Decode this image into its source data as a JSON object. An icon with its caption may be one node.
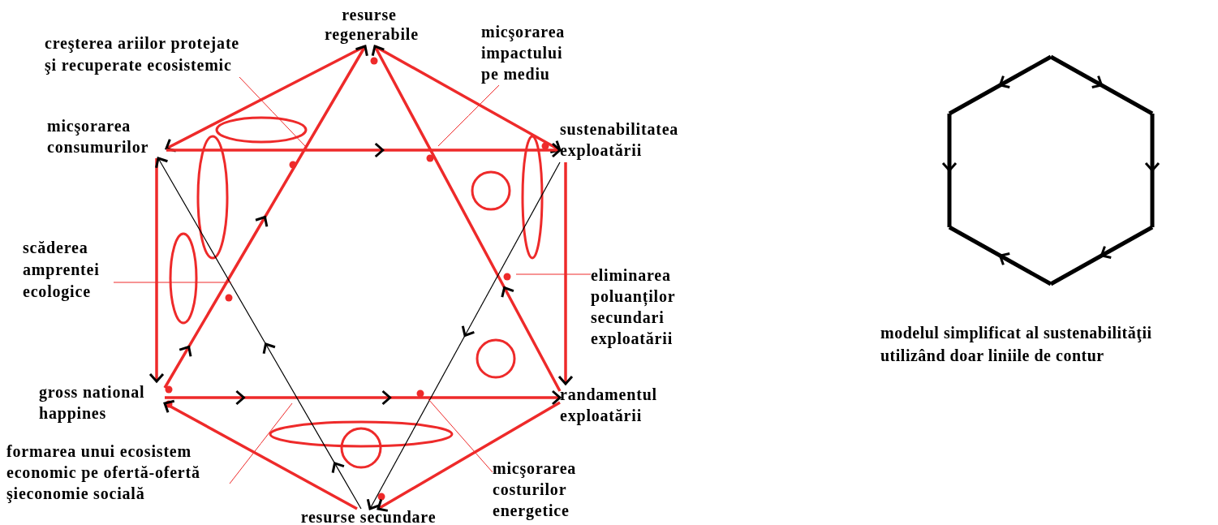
{
  "diagram": {
    "caption": "modelul simplificat al sustenabilităţii utilizând doar liniile de contur",
    "nodes": [
      {
        "text": [
          "resurse regenerabile"
        ]
      },
      {
        "text": [
          "micşorarea consumurilor"
        ]
      },
      {
        "text": [
          "sustenabilitatea exploatării"
        ]
      },
      {
        "text": [
          "gross national happines"
        ]
      },
      {
        "text": [
          "randamentul exploatării"
        ]
      },
      {
        "text": [
          "resurse secundare"
        ]
      },
      {
        "text": [
          "creşterea ariilor protejate şi recuperate ecosistemic"
        ]
      },
      {
        "text": [
          "micşorarea impactului pe mediu"
        ]
      },
      {
        "text": [
          "scăderea amprentei ecologice"
        ]
      },
      {
        "text": [
          "eliminarea poluanților secundari exploatării"
        ]
      },
      {
        "text": [
          "formarea unui ecosistem economic pe ofertă-ofertă şieconomie socială"
        ]
      },
      {
        "text": [
          "micşorarea costurilor energetice"
        ]
      }
    ],
    "edges": [
      {
        "from": 0,
        "to": 1,
        "arrow": "to"
      },
      {
        "from": 0,
        "to": 2,
        "arrow": "to"
      },
      {
        "from": 1,
        "to": 2,
        "arrow": "to"
      },
      {
        "from": 1,
        "to": 3,
        "arrow": "to"
      },
      {
        "from": 2,
        "to": 4,
        "arrow": "to"
      },
      {
        "from": 3,
        "to": 4,
        "arrow": "to"
      },
      {
        "from": 4,
        "to": 5,
        "arrow": "to"
      },
      {
        "from": 5,
        "to": 3,
        "arrow": "to"
      },
      {
        "from": 3,
        "to": 0,
        "arrow": "to"
      },
      {
        "from": 4,
        "to": 0,
        "arrow": "to"
      },
      {
        "from": 5,
        "to": 1,
        "arrow": "to",
        "color": "#000000"
      },
      {
        "from": 2,
        "to": 5,
        "arrow": "to",
        "color": "#000000"
      },
      {
        "from": 6,
        "to": null,
        "arrow": "none"
      },
      {
        "from": 7,
        "to": null,
        "arrow": "none"
      },
      {
        "from": 8,
        "to": null,
        "arrow": "none"
      },
      {
        "from": 9,
        "to": null,
        "arrow": "none"
      },
      {
        "from": 10,
        "to": null,
        "arrow": "none"
      },
      {
        "from": 11,
        "to": null,
        "arrow": "none"
      }
    ]
  }
}
